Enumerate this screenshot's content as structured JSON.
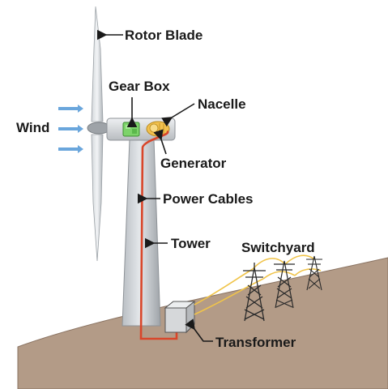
{
  "labels": {
    "rotor_blade": "Rotor Blade",
    "gear_box": "Gear Box",
    "nacelle": "Nacelle",
    "wind": "Wind",
    "generator": "Generator",
    "power_cables": "Power Cables",
    "tower": "Tower",
    "switchyard": "Switchyard",
    "transformer": "Transformer"
  },
  "colors": {
    "ground": "#b39b87",
    "ground_edge": "#8a7362",
    "tower": "#c8ccd0",
    "tower_shade": "#9ea3a8",
    "cable": "#d9462a",
    "transmission_wire": "#f0c44a",
    "wind_arrow": "#6aa6dc",
    "gearbox": "#7dd36a",
    "generator": "#f2c14e",
    "pylon": "#2a2a2a",
    "transformer_box": "#d6d8da"
  }
}
